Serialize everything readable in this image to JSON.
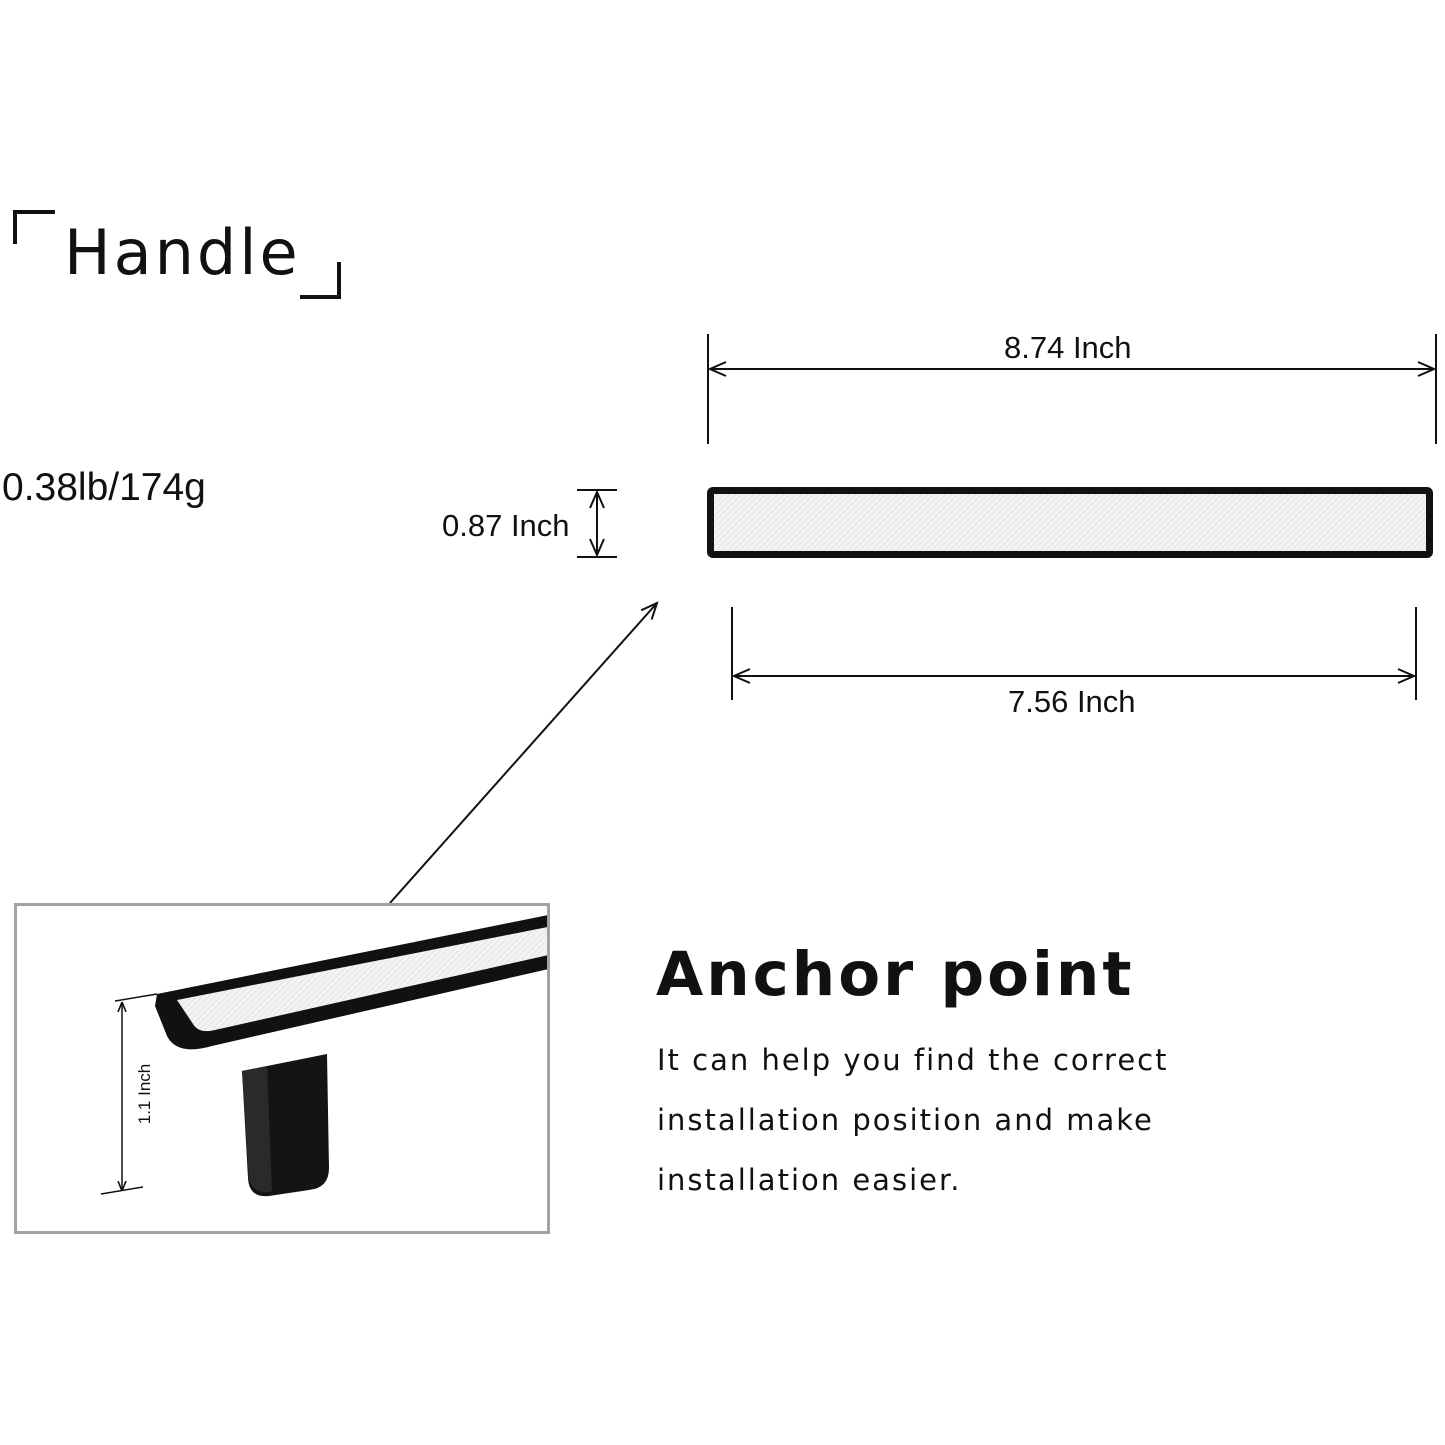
{
  "title": "Handle",
  "weight": "0.38lb/174g",
  "dimensions": {
    "overall_length": "8.74 Inch",
    "hole_spacing": "7.56 Inch",
    "width": "0.87 Inch",
    "height": "1.1 Inch"
  },
  "anchor": {
    "heading": "Anchor point",
    "lines": [
      "It can help you find the correct",
      "installation position and make",
      "installation easier."
    ]
  },
  "colors": {
    "handle_frame": "#111111",
    "handle_inlay": "#f2f2f2",
    "inset_border": "#a3a3a3"
  }
}
